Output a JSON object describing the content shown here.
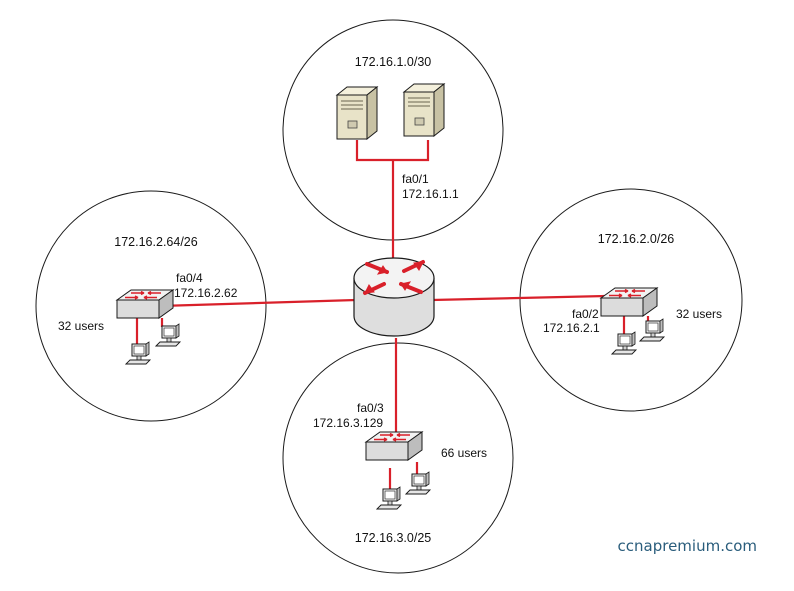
{
  "colors": {
    "link": "#d9202a",
    "outline": "#1a1a1a",
    "device_body": "#e9e9e9",
    "watermark": "#2a5d7c"
  },
  "router": {
    "icon": "router-icon"
  },
  "zones": {
    "top": {
      "network": "172.16.1.0/30",
      "interface": "fa0/1",
      "ip": "172.16.1.1",
      "device_icon": "server-icon"
    },
    "left": {
      "network": "172.16.2.64/26",
      "interface": "fa0/4",
      "ip": "172.16.2.62",
      "users": "32 users",
      "device_icon": "switch-icon"
    },
    "right": {
      "network": "172.16.2.0/26",
      "interface": "fa0/2",
      "ip": "172.16.2.1",
      "users": "32 users",
      "device_icon": "switch-icon"
    },
    "bottom": {
      "network": "172.16.3.0/25",
      "interface": "fa0/3",
      "ip": "172.16.3.129",
      "users": "66 users",
      "device_icon": "switch-icon"
    }
  },
  "watermark": "ccnapremium.com"
}
